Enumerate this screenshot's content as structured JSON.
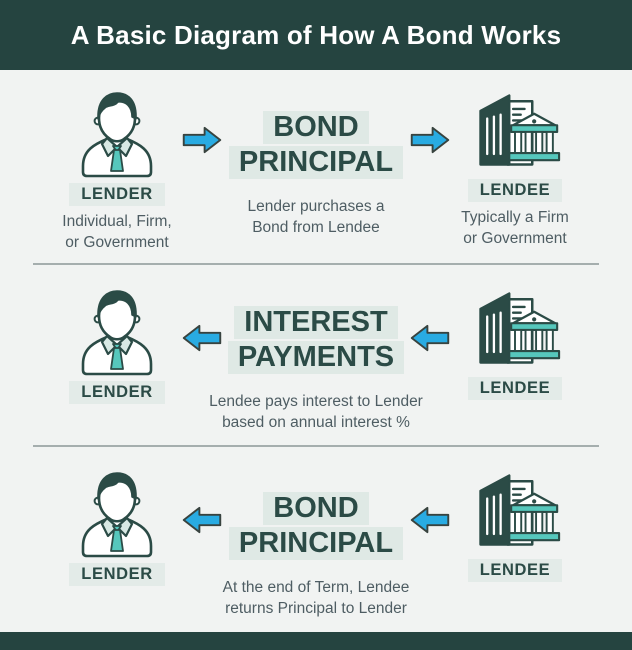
{
  "header": {
    "title": "A Basic Diagram of How A Bond Works"
  },
  "colors": {
    "header_bg": "#254440",
    "page_bg": "#F1F3F2",
    "dark_green": "#2B4B46",
    "teal": "#56C7BC",
    "collar_teal": "#D8E9E4",
    "arrow_blue": "#29ABE2",
    "label_bg": "#E3EBE8",
    "highlight_bg": "#DFE9E5",
    "desc_text": "#4E5D63",
    "divider": "#A5AEAE"
  },
  "rows": [
    {
      "arrow_direction": "right",
      "left": {
        "label": "LENDER",
        "sub1": "Individual, Firm,",
        "sub2": "or Government"
      },
      "center": {
        "line1": "BOND",
        "line2": "PRINCIPAL",
        "desc1": "Lender purchases a",
        "desc2": "Bond from Lendee"
      },
      "right": {
        "label": "LENDEE",
        "sub1": "Typically a Firm",
        "sub2": "or Government"
      }
    },
    {
      "arrow_direction": "left",
      "left": {
        "label": "LENDER"
      },
      "center": {
        "line1": "INTEREST",
        "line2": "PAYMENTS",
        "desc1": "Lendee pays interest to Lender",
        "desc2": "based on annual interest %"
      },
      "right": {
        "label": "LENDEE"
      }
    },
    {
      "arrow_direction": "left",
      "left": {
        "label": "LENDER"
      },
      "center": {
        "line1": "BOND",
        "line2": "PRINCIPAL",
        "desc1": "At the end of Term, Lendee",
        "desc2": "returns Principal to Lender"
      },
      "right": {
        "label": "LENDEE"
      }
    }
  ]
}
